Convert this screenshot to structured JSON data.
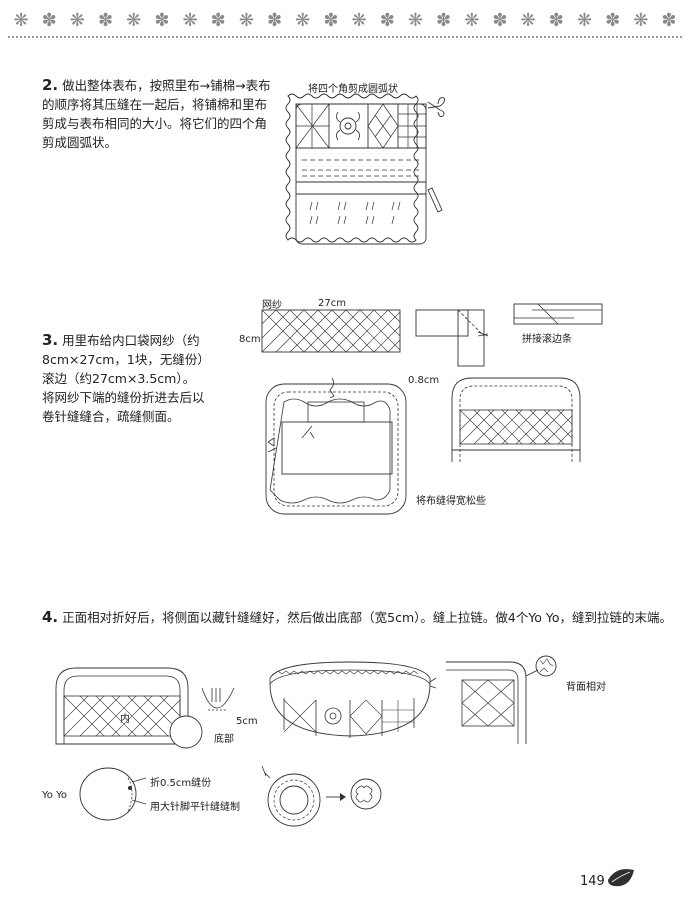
{
  "step2": {
    "num": "2.",
    "lines": [
      "做出整体表布，按照里布→铺棉→表布",
      "的顺序将其压缝在一起后，将铺棉和里布",
      "剪成与表布相同的大小。将它们的四个角",
      "剪成圆弧状。"
    ],
    "label_corner": "将四个角剪成圆弧状"
  },
  "step3": {
    "num": "3.",
    "lines": [
      "用里布给内口袋网纱（约",
      "8cm×27cm，1块，无缝份）",
      "滚边（约27cm×3.5cm）。",
      "将网纱下端的缝份折进去后以",
      "卷针缝缝合，疏缝侧面。"
    ],
    "label_mesh": "网纱",
    "label_27": "27cm",
    "label_8": "8cm",
    "label_bias": "拼接滚边条",
    "label_08": "0.8cm",
    "label_loose": "将布缝得宽松些"
  },
  "step4": {
    "num": "4.",
    "text": "正面相对折好后，将侧面以藏针缝缝好，然后做出底部（宽5cm）。缝上拉链。做4个Yo Yo，缝到拉链的末端。",
    "label_inner": "内",
    "label_5cm": "5cm",
    "label_bottom": "底部",
    "label_back": "背面相对",
    "label_yoyo": "Yo Yo",
    "label_fold": "折0.5cm缝份",
    "label_stitch": "用大针脚平针缝缝制"
  },
  "page": {
    "number": "149"
  },
  "colors": {
    "line": "#333333",
    "border": "#8a8a8a"
  }
}
